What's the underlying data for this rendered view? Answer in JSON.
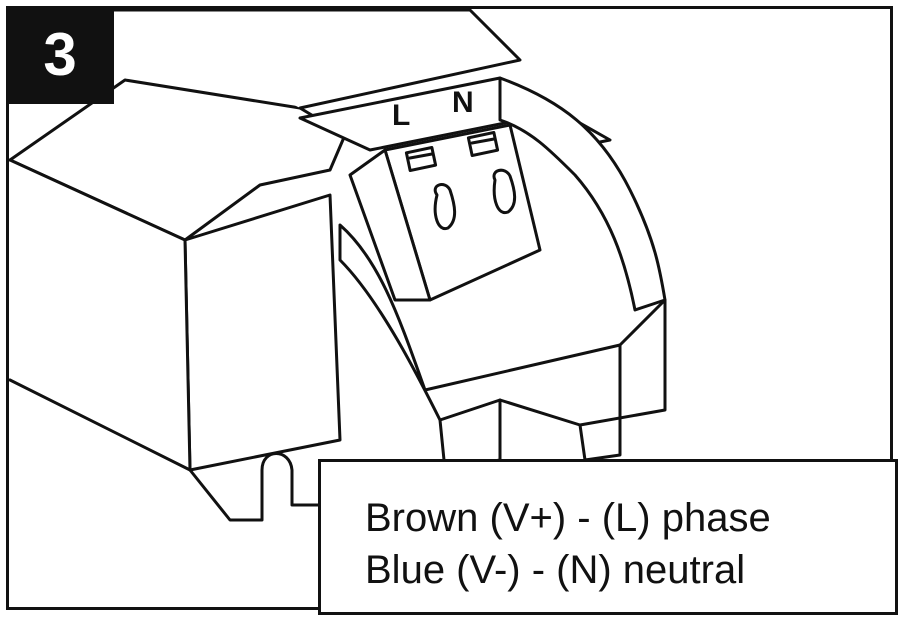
{
  "step": {
    "number": "3"
  },
  "terminal": {
    "label_l": "L",
    "label_n": "N",
    "icon": "screw-terminal-block-icon"
  },
  "legend": {
    "line1": "Brown (V+) - (L) phase",
    "line2": "Blue (V-) - (N) neutral"
  },
  "colors": {
    "stroke": "#111111",
    "background": "#ffffff"
  }
}
